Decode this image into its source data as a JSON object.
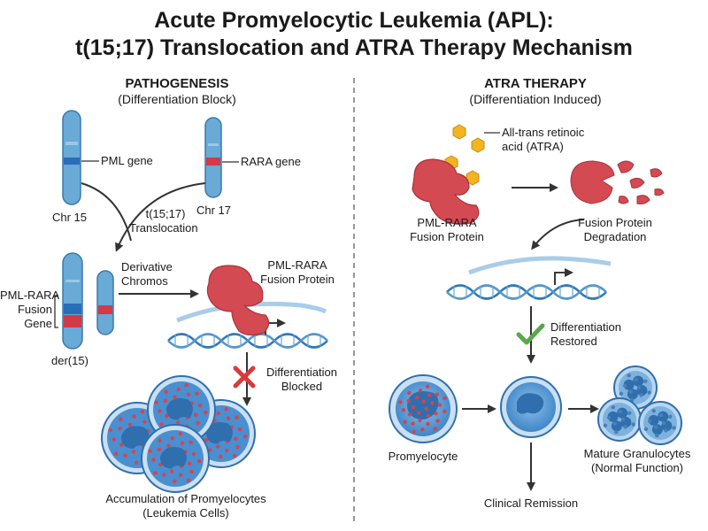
{
  "title": {
    "line1": "Acute Promyelocytic Leukemia (APL):",
    "line2": "t(15;17) Translocation and ATRA Therapy Mechanism"
  },
  "left": {
    "heading": "PATHOGENESIS",
    "subheading": "(Differentiation Block)",
    "pml_gene": "PML gene",
    "rara_gene": "RARA gene",
    "chr15": "Chr 15",
    "chr17": "Chr 17",
    "translocation_line1": "t(15;17)",
    "translocation_line2": "Translocation",
    "derivative_line1": "Derivative",
    "derivative_line2": "Chromos",
    "fusion_gene_line1": "PML-RARA",
    "fusion_gene_line2": "Fusion",
    "fusion_gene_line3": "Gene",
    "der15": "der(15)",
    "fusion_protein_line1": "PML-RARA",
    "fusion_protein_line2": "Fusion Protein",
    "blocked_line1": "Differentiation",
    "blocked_line2": "Blocked",
    "accum_line1": "Accumulation of Promyelocytes",
    "accum_line2": "(Leukemia Cells)"
  },
  "right": {
    "heading": "ATRA THERAPY",
    "subheading": "(Differentiation Induced)",
    "atra_line1": "All-trans retinoic",
    "atra_line2": "acid (ATRA)",
    "fusion_protein_line1": "PML-RARA",
    "fusion_protein_line2": "Fusion Protein",
    "degradation_line1": "Fusion Protein",
    "degradation_line2": "Degradation",
    "restored_line1": "Differentiation",
    "restored_line2": "Restored",
    "promyelocyte": "Promyelocyte",
    "mature_line1": "Mature Granulocytes",
    "mature_line2": "(Normal Function)",
    "remission": "Clinical Remission"
  },
  "colors": {
    "chromosome": "#6aaad6",
    "pml_band": "#2a6db8",
    "rara_band": "#d33a45",
    "protein": "#d44a52",
    "atra": "#f2b420",
    "cell_body": "#4a8fcf",
    "nucleus": "#2f6fad",
    "dna": "#2e79b8",
    "check": "#5aa84a",
    "cross": "#d93a3a"
  }
}
